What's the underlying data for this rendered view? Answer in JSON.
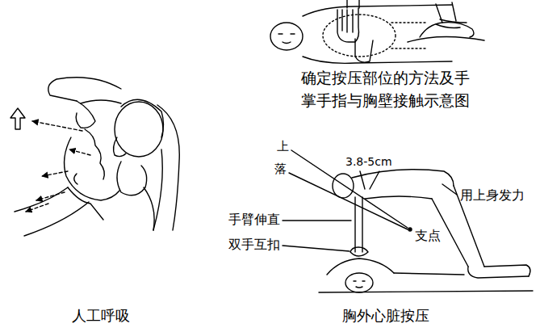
{
  "diagram": {
    "labels": [
      "确定按压部位的方法及手 掌手指与胸壁接触示意图",
      "上",
      "落",
      "3.8-5cm",
      "用上身发力",
      "手臂伸直",
      "支点",
      "双手互扣",
      "人工呼吸",
      "胸外心脏按压"
    ]
  }
}
